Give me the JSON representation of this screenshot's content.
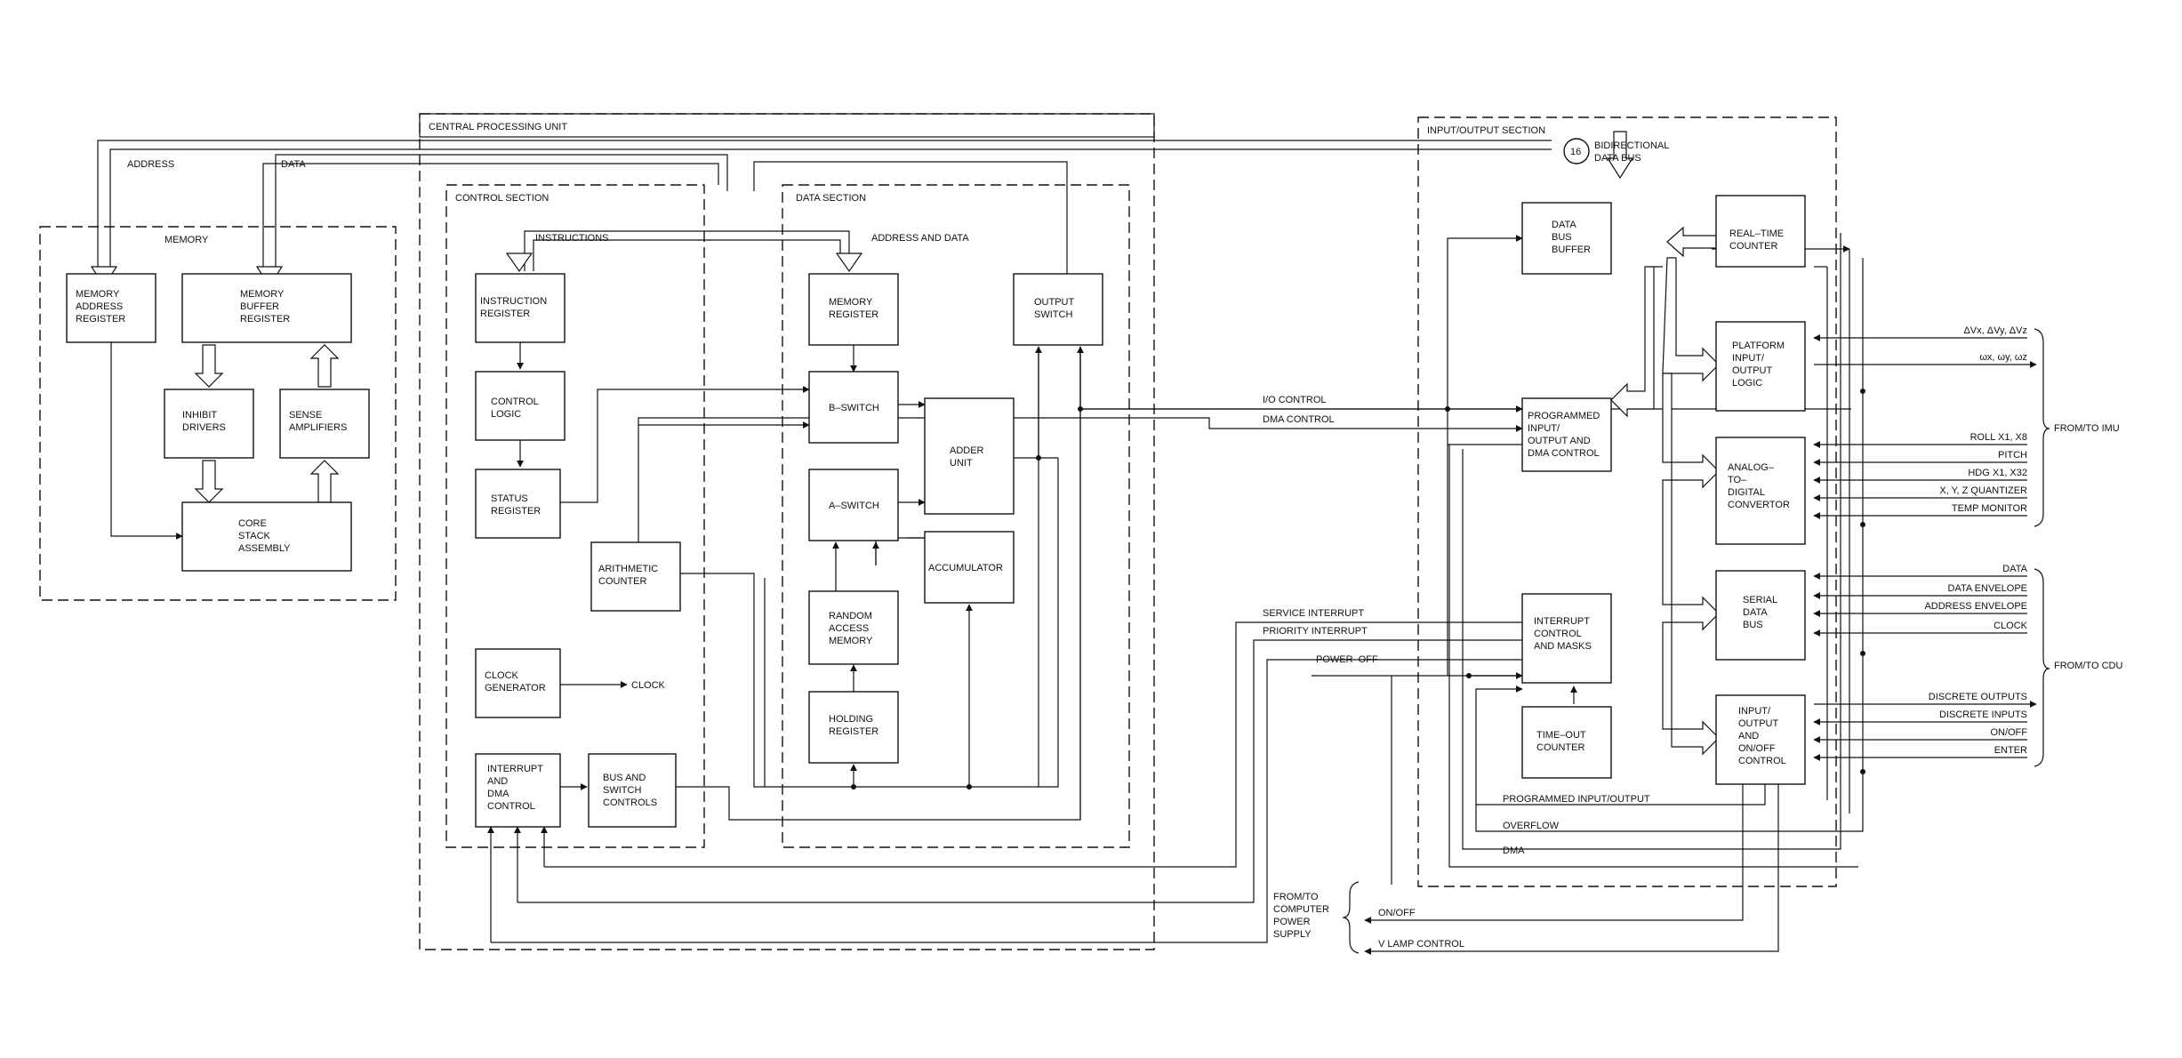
{
  "sections": {
    "memory": "MEMORY",
    "cpu": "CENTRAL PROCESSING UNIT",
    "control": "CONTROL SECTION",
    "data": "DATA SECTION",
    "io": "INPUT/OUTPUT SECTION"
  },
  "blocks": {
    "mar": [
      "MEMORY",
      "ADDRESS",
      "REGISTER"
    ],
    "mbr": [
      "MEMORY",
      "BUFFER",
      "REGISTER"
    ],
    "inhibit": [
      "INHIBIT",
      "DRIVERS"
    ],
    "sense": [
      "SENSE",
      "AMPLIFIERS"
    ],
    "core": [
      "CORE",
      "STACK",
      "ASSEMBLY"
    ],
    "instr_reg": [
      "INSTRUCTION",
      "REGISTER"
    ],
    "control_logic": [
      "CONTROL",
      "LOGIC"
    ],
    "status_reg": [
      "STATUS",
      "REGISTER"
    ],
    "arith_counter": [
      "ARITHMETIC",
      "COUNTER"
    ],
    "clock_gen": [
      "CLOCK",
      "GENERATOR"
    ],
    "int_dma": [
      "INTERRUPT",
      "AND",
      "DMA",
      "CONTROL"
    ],
    "bus_switch": [
      "BUS AND",
      "SWITCH",
      "CONTROLS"
    ],
    "mem_reg": [
      "MEMORY",
      "REGISTER"
    ],
    "b_switch": [
      "B–SWITCH"
    ],
    "a_switch": [
      "A–SWITCH"
    ],
    "adder": [
      "ADDER",
      "UNIT"
    ],
    "accumulator": [
      "ACCUMULATOR"
    ],
    "ram": [
      "RANDOM",
      "ACCESS",
      "MEMORY"
    ],
    "holding": [
      "HOLDING",
      "REGISTER"
    ],
    "output_switch": [
      "OUTPUT",
      "SWITCH"
    ],
    "data_bus_buffer": [
      "DATA",
      "BUS",
      "BUFFER"
    ],
    "prog_io": [
      "PROGRAMMED",
      "INPUT/",
      "OUTPUT AND",
      "DMA CONTROL"
    ],
    "int_masks": [
      "INTERRUPT",
      "CONTROL",
      "AND MASKS"
    ],
    "timeout": [
      "TIME–OUT",
      "COUNTER"
    ],
    "rtc": [
      "REAL–TIME",
      "COUNTER"
    ],
    "platform": [
      "PLATFORM",
      "INPUT/",
      "OUTPUT",
      "LOGIC"
    ],
    "adc": [
      "ANALOG–",
      "TO–",
      "DIGITAL",
      "CONVERTOR"
    ],
    "serial": [
      "SERIAL",
      "DATA",
      "BUS"
    ],
    "io_onoff": [
      "INPUT/",
      "OUTPUT",
      "AND",
      "ON/OFF",
      "CONTROL"
    ]
  },
  "labels": {
    "address": "ADDRESS",
    "data": "DATA",
    "instructions": "INSTRUCTIONS",
    "address_and_data": "ADDRESS AND DATA",
    "clock": "CLOCK",
    "io_control": "I/O CONTROL",
    "dma_control": "DMA CONTROL",
    "service_interrupt": "SERVICE INTERRUPT",
    "priority_interrupt": "PRIORITY INTERRUPT",
    "power_off": "POWER–OFF",
    "programmed_io": "PROGRAMMED INPUT/OUTPUT",
    "overflow": "OVERFLOW",
    "dma": "DMA",
    "on_off_supply": "ON/OFF",
    "v_lamp": "V LAMP CONTROL",
    "bus_width": "16",
    "bidir_bus": [
      "BIDIRECTIONAL",
      "DATA BUS"
    ],
    "power_supply": [
      "FROM/TO",
      "COMPUTER",
      "POWER",
      "SUPPLY"
    ],
    "from_to_imu": "FROM/TO IMU",
    "from_to_cdu": "FROM/TO CDU"
  },
  "imu_signals": {
    "dv": "ΔVx, ΔVy, ΔVz",
    "omega": "ωx, ωy, ωz",
    "roll": "ROLL X1, X8",
    "pitch": "PITCH",
    "hdg": "HDG X1, X32",
    "quantizer": "X, Y, Z QUANTIZER",
    "temp": "TEMP MONITOR"
  },
  "cdu_signals": {
    "data": "DATA",
    "data_env": "DATA ENVELOPE",
    "addr_env": "ADDRESS ENVELOPE",
    "clock": "CLOCK",
    "disc_out": "DISCRETE OUTPUTS",
    "disc_in": "DISCRETE INPUTS",
    "on_off": "ON/OFF",
    "enter": "ENTER"
  }
}
